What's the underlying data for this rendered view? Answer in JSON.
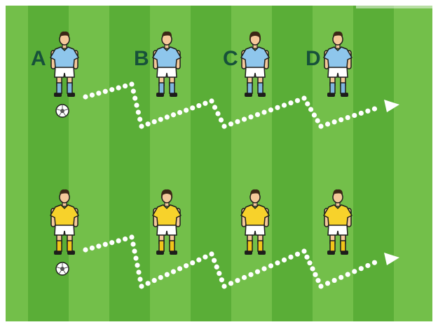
{
  "labels": [
    "A",
    "B",
    "C",
    "D"
  ],
  "colors": {
    "grass_light": "#73bf4a",
    "grass_dark": "#5aae37",
    "frame": "#ffffff",
    "label": "#17513a",
    "path": "#ffffff",
    "team1_shirt": "#8ec6ec",
    "team1_socks": "#7fb6de",
    "team2_shirt": "#f7d22b",
    "team2_socks": "#f2c51a",
    "shorts": "#ffffff",
    "skin": "#f4c89a",
    "hair": "#3b2716",
    "outline": "#1d1d1b"
  },
  "rows": [
    {
      "team": "team1",
      "players": [
        "player-a",
        "player-b",
        "player-c",
        "player-d"
      ],
      "ball": true,
      "path": "dribble-path"
    },
    {
      "team": "team2",
      "players": [
        "player",
        "player",
        "player",
        "player"
      ],
      "ball": true,
      "path": "dribble-path"
    }
  ],
  "icons": {
    "ball": "football-icon",
    "arrow": "arrowhead-icon"
  }
}
